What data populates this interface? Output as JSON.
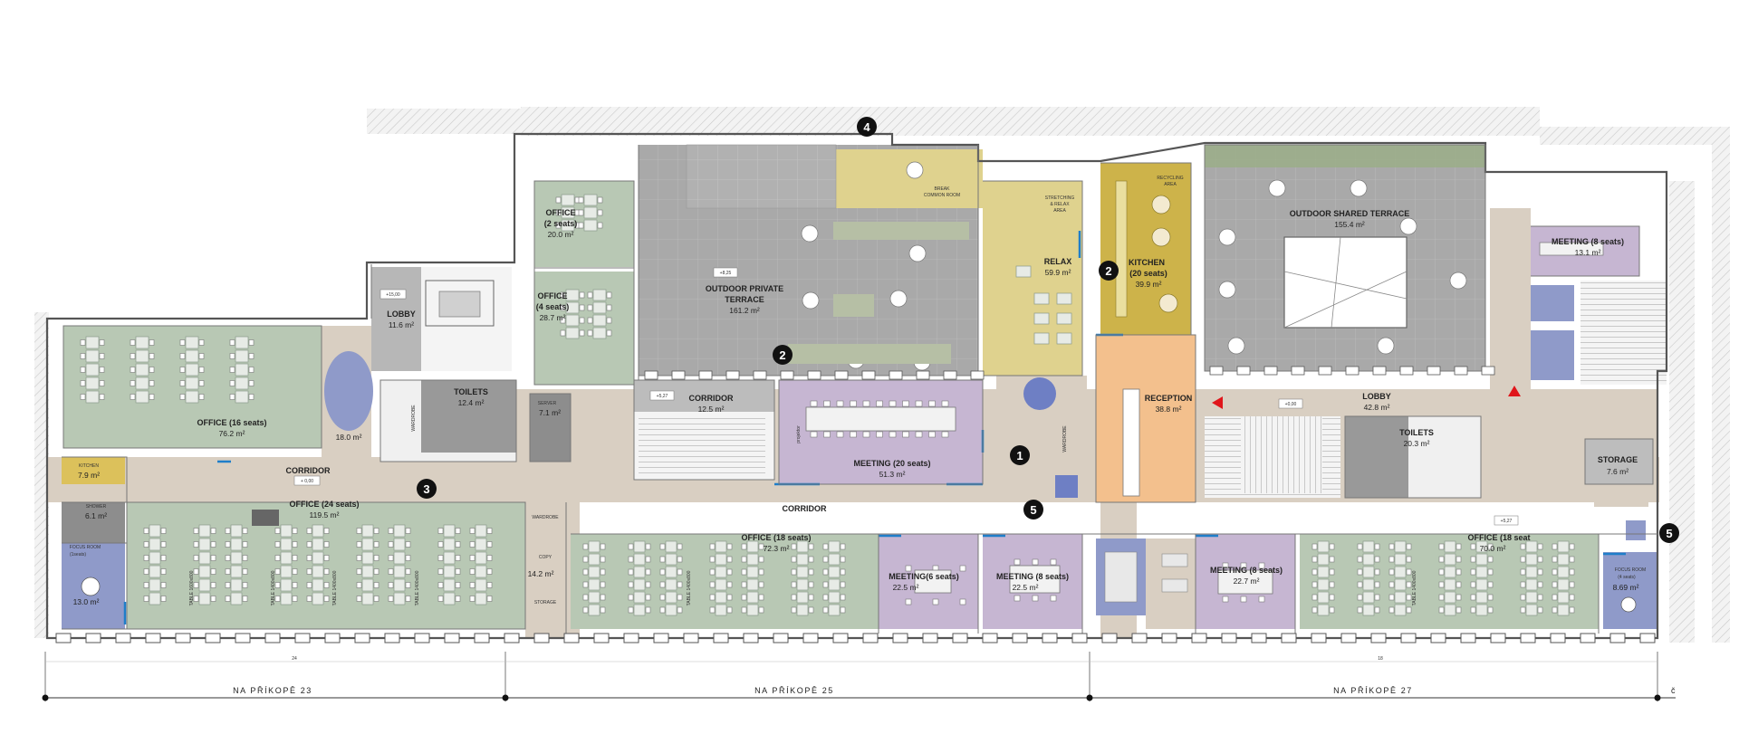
{
  "colors": {
    "office": "#b8c8b4",
    "meeting": "#c6b6d2",
    "terrace": "#a8a8a8",
    "relax": "#dfd28e",
    "kitchen": "#cdb34a",
    "reception": "#f3c08d",
    "focus": "#8f9ac9",
    "corridor": "#d9cfc2",
    "kitchenette": "#dcc15b",
    "service": "#8d8d8d",
    "blue_accent": "#1f7ec9",
    "arrow_red": "#e0161b"
  },
  "rooms": {
    "office_16": {
      "name": "OFFICE  (16 seats)",
      "area": "76.2 m²"
    },
    "office_2": {
      "name": "OFFICE",
      "seats": "(2 seats)",
      "area": "20.0 m²"
    },
    "office_4": {
      "name": "OFFICE",
      "seats": "(4 seats)",
      "area": "28.7 m²"
    },
    "lobby_west": {
      "name": "LOBBY",
      "area": "11.6 m²"
    },
    "toilets_west": {
      "name": "TOILETS",
      "area": "12.4 m²"
    },
    "lounge_west": {
      "area": "18.0 m²"
    },
    "server": {
      "name": "SERVER",
      "area": "7.1 m²"
    },
    "terrace_private": {
      "name": "OUTDOOR PRIVATE",
      "name2": "TERRACE",
      "area": "161.2 m²"
    },
    "break_room": {
      "name": "BREAK",
      "name2": "COMMON ROOM"
    },
    "stretching": {
      "name": "STRETCHING",
      "name2": "& RELAX",
      "name3": "AREA"
    },
    "relax": {
      "name": "RELAX",
      "area": "59.9 m²"
    },
    "recycling": {
      "name": "RECYCLING",
      "name2": "AREA"
    },
    "kitchen_main": {
      "name": "KITCHEN",
      "seats": "(20 seats)",
      "area": "39.9 m²"
    },
    "terrace_shared": {
      "name": "OUTDOOR SHARED TERRACE",
      "area": "155.4 m²"
    },
    "meeting_8_ne": {
      "name": "MEETING (8 seats)",
      "area": "13.1 m²"
    },
    "corridor_mid": {
      "name": "CORRIDOR",
      "area": "12.5 m²"
    },
    "meeting_20": {
      "name": "MEETING  (20 seats)",
      "area": "51.3 m²"
    },
    "reception": {
      "name": "RECEPTION",
      "area": "38.8 m²"
    },
    "lobby_east": {
      "name": "LOBBY",
      "area": "42.8 m²"
    },
    "toilets_east": {
      "name": "TOILETS",
      "area": "20.3 m²"
    },
    "storage_east": {
      "name": "STORAGE",
      "area": "7.6 m²"
    },
    "kitchenette_west": {
      "name": "KITCHEN",
      "area": "7.9 m²"
    },
    "corridor_west": {
      "name": "CORRIDOR"
    },
    "corridor_south": {
      "name": "CORRIDOR"
    },
    "shower": {
      "name": "SHOWER",
      "area": "6.1 m²"
    },
    "focus_west": {
      "name": "FOCUS ROOM",
      "seats": "(1seats)",
      "area": "13.0 m²"
    },
    "office_24": {
      "name": "OFFICE  (24 seats)",
      "area": "119.5 m²"
    },
    "wardrobe_mid": {
      "name": "WARDROBE"
    },
    "wardrobe_lobby": {
      "name": "WARDROBE"
    },
    "wardrobe_relax": {
      "name": "WARDROBE"
    },
    "copy": {
      "name": "COPY",
      "area": "14.2 m²",
      "name2": "STORAGE"
    },
    "office_18_mid": {
      "name": "OFFICE  (18 seats)",
      "area": "72.3 m²"
    },
    "meeting_6": {
      "name": "MEETING(6 seats)",
      "area": "22.5 m²"
    },
    "meeting_8_mid": {
      "name": "MEETING  (8 seats)",
      "area": "22.5 m²"
    },
    "meeting_8_east": {
      "name": "MEETING  (8 seats)",
      "area": "22.7 m²"
    },
    "office_18_east": {
      "name": "OFFICE  (18 seat",
      "area": "70.0 m²"
    },
    "focus_east": {
      "name": "FOCUS ROOM",
      "seats": "(4 seats)",
      "area": "8.69 m²"
    }
  },
  "levels": {
    "lobby_west": "+15,00",
    "corridor_west": "+ 0,00",
    "corridor_mid": "+5,27",
    "terrace": "+8,25",
    "lobby_east": "+0,00",
    "office_east": "+5,27"
  },
  "furniture_tags": {
    "projector": "projektor",
    "table_1": "TABLE 1600x800",
    "table_2": "TABLE 1400x800",
    "table_3": "TABLE 1400x800",
    "table_4": "TABLE 1400x800",
    "table_5": "TABLE 1400x800",
    "table_6": "TABLE 1400x800"
  },
  "markers": {
    "m1": "1",
    "m2a": "2",
    "m2b": "2",
    "m3": "3",
    "m4": "4",
    "m5a": "5",
    "m5b": "5"
  },
  "streets": {
    "s23": "NA PŘÍKOPĚ 23",
    "s25": "NA PŘÍKOPĚ 25",
    "s27": "NA PŘÍKOPĚ 27",
    "dim_23": "24",
    "dim_27": "18",
    "edge": "č"
  }
}
